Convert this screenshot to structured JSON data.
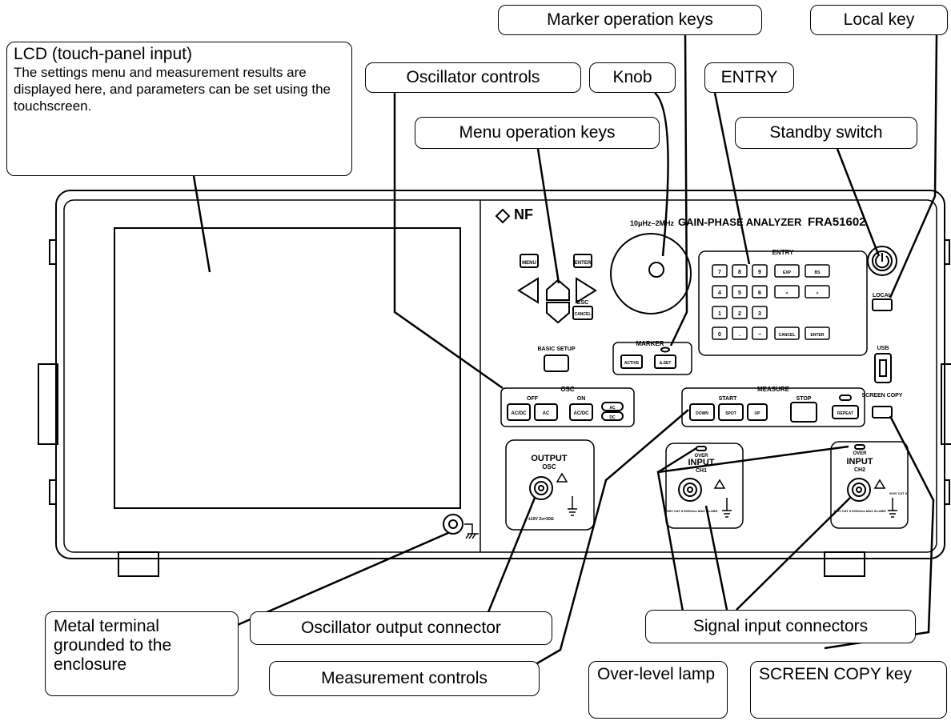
{
  "callouts": {
    "lcd_title": "LCD (touch-panel input)",
    "lcd_body": "The settings menu and measurement results are displayed here, and parameters can be set using the touchscreen.",
    "oscillator_controls": "Oscillator controls",
    "knob": "Knob",
    "marker_operation_keys": "Marker operation keys",
    "entry": "ENTRY",
    "local_key": "Local key",
    "menu_operation_keys": "Menu operation keys",
    "standby_switch": "Standby switch",
    "metal_terminal": "Metal terminal grounded to the enclosure",
    "oscillator_output_connector": "Oscillator output connector",
    "signal_input_connectors": "Signal input connectors",
    "measurement_controls": "Measurement controls",
    "over_level_lamp": "Over-level lamp",
    "screen_copy_key": "SCREEN COPY key"
  },
  "panel": {
    "brand": "NF",
    "range": "10μHz–2MHz",
    "product": "GAIN-PHASE ANALYZER",
    "model": "FRA51602",
    "menu_key": "MENU",
    "enter_key": "ENTER",
    "esc_label": "ESC",
    "cancel_key": "CANCEL",
    "basic_setup": "BASIC SETUP",
    "marker_group": "MARKER",
    "marker_active": "ACTIVE",
    "marker_set": "Δ.SET",
    "entry_group": "ENTRY",
    "keypad_row1": [
      "7",
      "8",
      "9",
      "EXP",
      "BS"
    ],
    "keypad_row2": [
      "4",
      "5",
      "6",
      "<",
      ">"
    ],
    "keypad_row3": [
      "1",
      "2",
      "3"
    ],
    "keypad_row4": [
      "0",
      ".",
      "−",
      "CANCEL",
      "ENTER"
    ],
    "local_key": "LOCAL",
    "usb": "USB",
    "screen_copy": "SCREEN COPY",
    "osc_group": "OSC",
    "osc_off": "OFF",
    "osc_on": "ON",
    "osc_acdc_off": "AC/DC",
    "osc_ac": "AC",
    "osc_acdc_on": "AC/DC",
    "osc_ac_lamp": "AC",
    "osc_dc_lamp": "DC",
    "measure_group": "MEASURE",
    "measure_start": "START",
    "measure_down": "DOWN",
    "measure_spot": "SPOT",
    "measure_up": "UP",
    "measure_stop": "STOP",
    "measure_repeat": "REPEAT",
    "output_label": "OUTPUT",
    "output_sub": "OSC",
    "output_spec": "±10V Zo=50Ω",
    "ch1_over": "OVER",
    "ch1_input": "INPUT",
    "ch1_sub": "CH1",
    "ch2_over": "OVER",
    "ch2_input": "INPUT",
    "ch2_sub": "CH2",
    "input_spec": "600V CAT II 600Vrms MAX Zi=1MΩ",
    "cat_spec": "600V CAT II"
  }
}
